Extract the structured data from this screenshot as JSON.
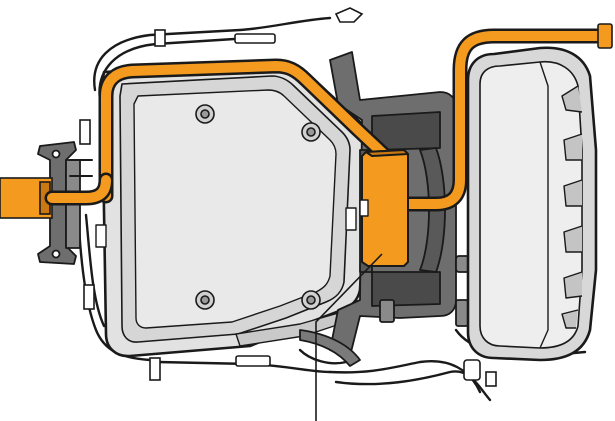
{
  "diagram": {
    "labels": [],
    "colors": {
      "background": "#ffffff",
      "outline": "#1a1a1a",
      "housing_fill": "#e2e2e2",
      "housing_shade": "#cfcfcf",
      "bracket_fill": "#6e6e6e",
      "bracket_dark": "#4a4a4a",
      "highlight_orange": "#f39a1f",
      "highlight_orange_dark": "#c97812"
    },
    "components": [
      "main-housing",
      "orange-tube",
      "highlighted-module",
      "center-bracket",
      "left-mount-bracket",
      "right-cover",
      "wire-harness",
      "callout-leader-line"
    ]
  }
}
